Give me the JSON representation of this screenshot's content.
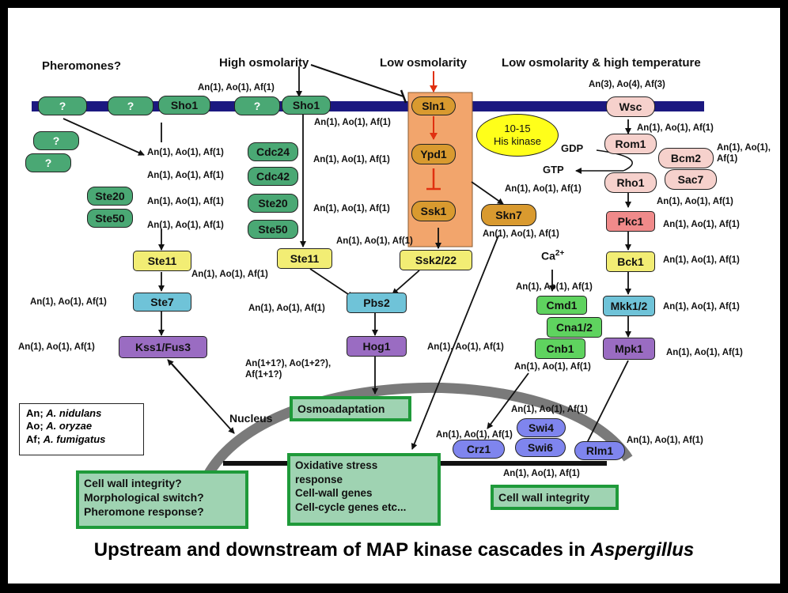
{
  "headers": {
    "pheromones": "Pheromones?",
    "high_osmo": "High osmolarity",
    "low_osmo": "Low osmolarity",
    "low_osmo_temp": "Low osmolarity & high temperature"
  },
  "membrane": {
    "q1": "?",
    "q2": "?",
    "q3": "?",
    "q4": "?",
    "q5": "?",
    "sho1_a": "Sho1",
    "sho1_b": "Sho1",
    "sln1": "Sln1",
    "wsc": "Wsc"
  },
  "his_kinase": "10-15\nHis kinase",
  "pheromone_path": {
    "cdc24": "Cdc24",
    "cdc42": "Cdc42",
    "ste20a": "Ste20",
    "ste50a": "Ste50",
    "ste20b": "Ste20",
    "ste50b": "Ste50",
    "ste11a": "Ste11",
    "ste11b": "Ste11",
    "ste7": "Ste7",
    "kss1": "Kss1/Fus3"
  },
  "osmo_path": {
    "ypd1": "Ypd1",
    "ssk1": "Ssk1",
    "skn7": "Skn7",
    "ssk2": "Ssk2/22",
    "pbs2": "Pbs2",
    "hog1": "Hog1"
  },
  "cwi_path": {
    "rom1": "Rom1",
    "bcm2": "Bcm2",
    "sac7": "Sac7",
    "rho1": "Rho1",
    "pkc1": "Pkc1",
    "bck1": "Bck1",
    "mkk1": "Mkk1/2",
    "mpk1": "Mpk1",
    "gdp": "GDP",
    "gtp": "GTP"
  },
  "calcium": {
    "ca_label": "Ca",
    "ca_sup": "2+",
    "cmd1": "Cmd1",
    "cna1": "Cna1/2",
    "cnb1": "Cnb1"
  },
  "tf": {
    "crz1": "Crz1",
    "swi4": "Swi4",
    "swi6": "Swi6",
    "rlm1": "Rlm1"
  },
  "nucleus_label": "Nucleus",
  "outputs": {
    "osmoadaptation": "Osmoadaptation",
    "oxidative": "Oxidative stress\nresponse\nCell-wall genes\nCell-cycle genes etc...",
    "cell_wall_integrity": "Cell wall integrity",
    "cell_wall_q": "Cell wall integrity?\nMorphological switch?\nPheromone response?"
  },
  "counts": {
    "std": "An(1), Ao(1), Af(1)",
    "wsc": "An(3), Ao(4), Af(3)",
    "hog1": "An(1+1?), Ao(1+2?),\nAf(1+1?)",
    "bcm2": "An(1), Ao(1),\nAf(1)"
  },
  "legend": [
    {
      "abbr": "An;",
      "species": "A. nidulans"
    },
    {
      "abbr": "Ao;",
      "species": "A. oryzae"
    },
    {
      "abbr": "Af;",
      "species": "A. fumigatus"
    }
  ],
  "caption": {
    "text": "Upstream and downstream of MAP kinase cascades in ",
    "italic": "Aspergillus"
  }
}
